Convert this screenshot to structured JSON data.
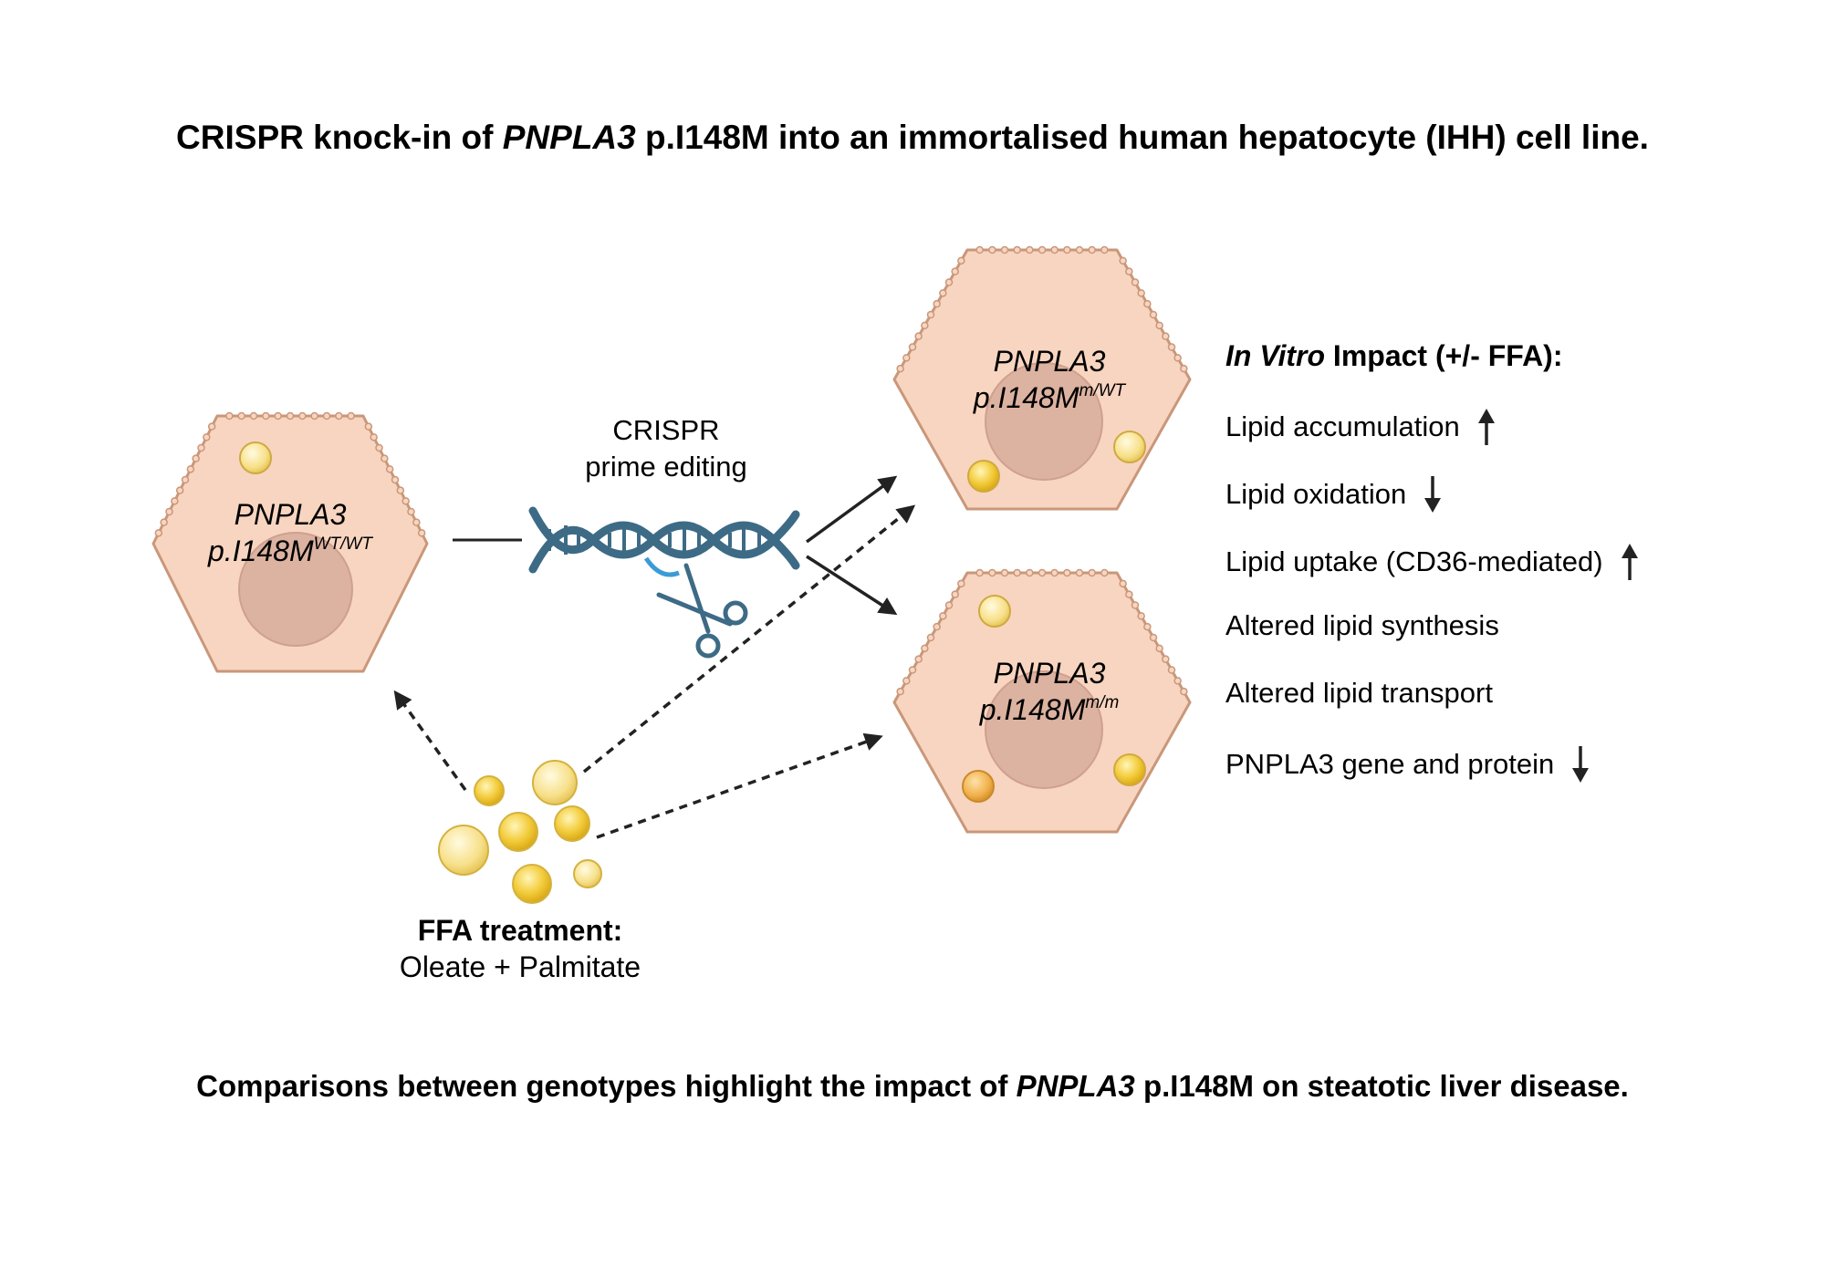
{
  "title": {
    "part1": "CRISPR knock-in of ",
    "gene": "PNPLA3",
    "part2": " p.I148M into an immortalised human hepatocyte (IHH) cell line."
  },
  "cells": {
    "wt": {
      "gene": "PNPLA3",
      "variant": "p.I148M",
      "genotype": "WT/WT"
    },
    "het": {
      "gene": "PNPLA3",
      "variant": "p.I148M",
      "genotype": "m/WT"
    },
    "hom": {
      "gene": "PNPLA3",
      "variant": "p.I148M",
      "genotype": "m/m"
    }
  },
  "crispr": {
    "line1": "CRISPR",
    "line2": "prime editing"
  },
  "ffa": {
    "heading": "FFA treatment:",
    "detail": "Oleate + Palmitate"
  },
  "impact": {
    "title_italic": "In Vitro",
    "title_rest": " Impact (+/- FFA):",
    "items": [
      {
        "label": "Lipid accumulation",
        "direction": "up"
      },
      {
        "label": "Lipid oxidation",
        "direction": "down"
      },
      {
        "label": "Lipid uptake (CD36-mediated)",
        "direction": "up"
      },
      {
        "label": "Altered lipid synthesis",
        "direction": ""
      },
      {
        "label": "Altered lipid transport",
        "direction": ""
      },
      {
        "label": "PNPLA3 gene and protein",
        "direction": "down"
      }
    ]
  },
  "footer": {
    "part1": "Comparisons between genotypes highlight the impact of ",
    "gene": "PNPLA3",
    "part2": " p.I148M on steatotic liver disease."
  },
  "colors": {
    "cell_fill": "#f8d5c0",
    "cell_stroke": "#c9977a",
    "nucleus": "#dcb2a0",
    "droplet": "#f3cc3c",
    "dna": "#3d6b86",
    "dna_accent": "#3b9bd6"
  }
}
